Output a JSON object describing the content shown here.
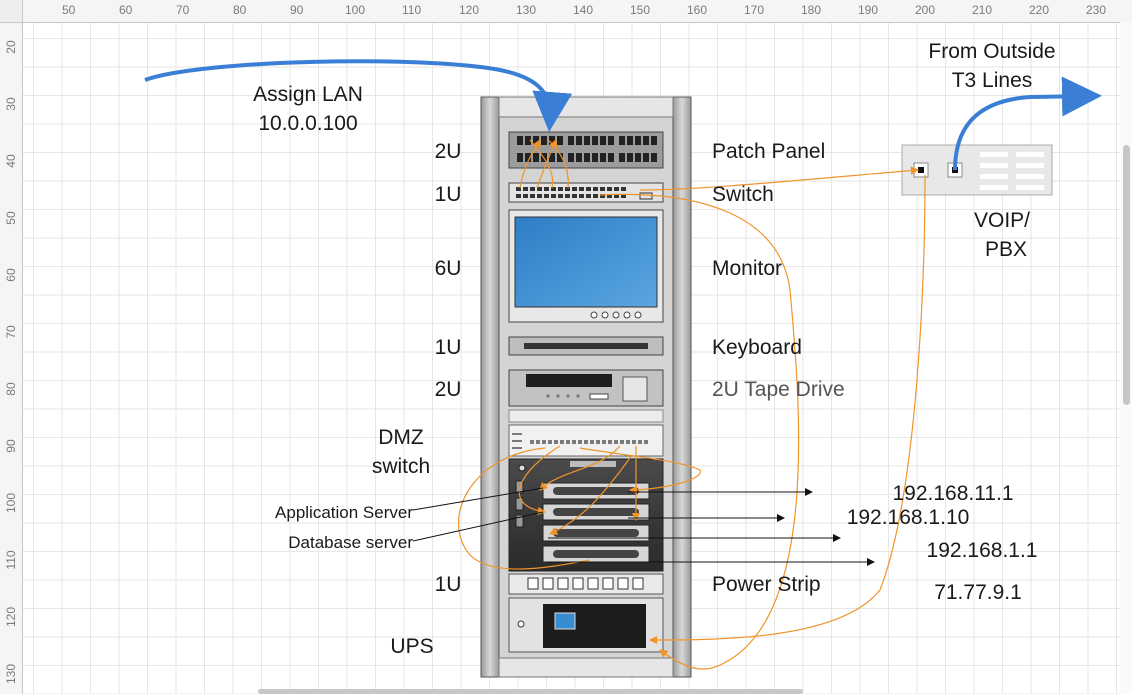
{
  "ruler": {
    "top": [
      "50",
      "60",
      "70",
      "80",
      "90",
      "100",
      "110",
      "120",
      "130",
      "140",
      "150",
      "160",
      "170",
      "180",
      "190",
      "200",
      "210",
      "220",
      "230"
    ],
    "left": [
      "20",
      "30",
      "40",
      "50",
      "60",
      "70",
      "80",
      "90",
      "100",
      "110",
      "120",
      "130"
    ]
  },
  "labels": {
    "assign_lan_1": "Assign LAN",
    "assign_lan_2": "10.0.0.100",
    "from_outside_1": "From Outside",
    "from_outside_2": "T3 Lines",
    "voip_1": "VOIP/",
    "voip_2": "PBX",
    "dmz_1": "DMZ",
    "dmz_2": "switch",
    "app_server": "Application Server",
    "db_server": "Database server",
    "ups": "UPS"
  },
  "units": {
    "patch_panel": "2U",
    "switch": "1U",
    "monitor": "6U",
    "keyboard": "1U",
    "tape_drive": "2U",
    "power_strip": "1U"
  },
  "components": {
    "patch_panel": "Patch Panel",
    "switch": "Switch",
    "monitor": "Monitor",
    "keyboard": "Keyboard",
    "tape_drive": "2U Tape Drive",
    "power_strip": "Power Strip"
  },
  "ips": {
    "ip1": "192.168.11.1",
    "ip2": "192.168.1.10",
    "ip3": "192.168.1.1",
    "ip4": "71.77.9.1"
  },
  "colors": {
    "link_blue": "#3a7fd5",
    "cable_orange": "#f0942a",
    "rack_frame": "#c9c9c9",
    "monitor_screen": "#3a8cd0"
  }
}
